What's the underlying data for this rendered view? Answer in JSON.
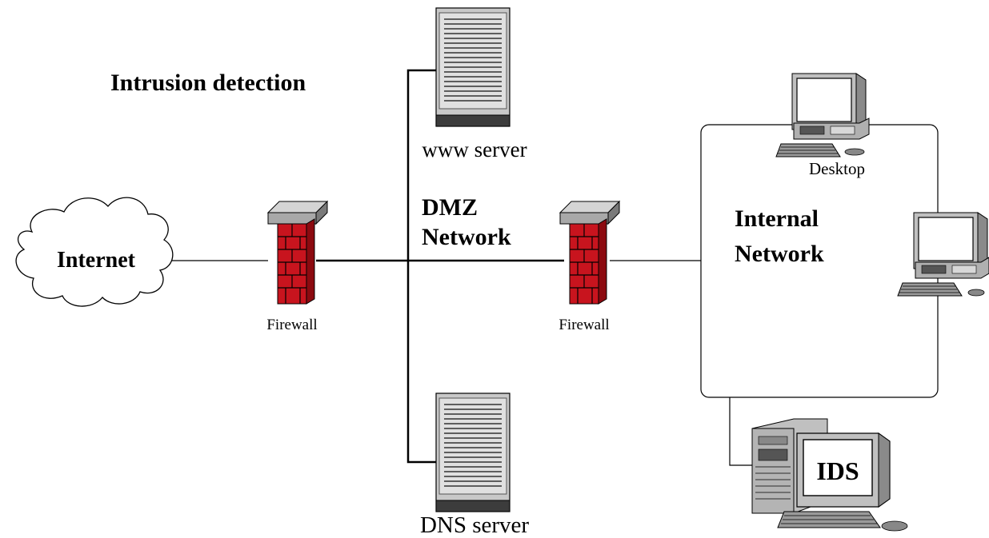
{
  "title": "Intrusion detection",
  "nodes": {
    "internet": "Internet",
    "firewall_left": "Firewall",
    "firewall_right": "Firewall",
    "dmz": [
      "DMZ",
      "Network"
    ],
    "www_server": "www server",
    "dns_server": "DNS server",
    "internal": [
      "Internal",
      "Network"
    ],
    "desktop": "Desktop",
    "ids": "IDS"
  },
  "colors": {
    "brick": "#c8141e",
    "mortar": "#000000",
    "cap": "#a8a8a8",
    "server_body": "#c8c8c8",
    "server_dark": "#3c3c3c",
    "computer": "#c0c0c0",
    "screen": "#ffffff"
  },
  "icons": [
    "cloud-icon",
    "firewall-icon",
    "server-icon",
    "desktop-computer-icon",
    "ids-workstation-icon"
  ]
}
